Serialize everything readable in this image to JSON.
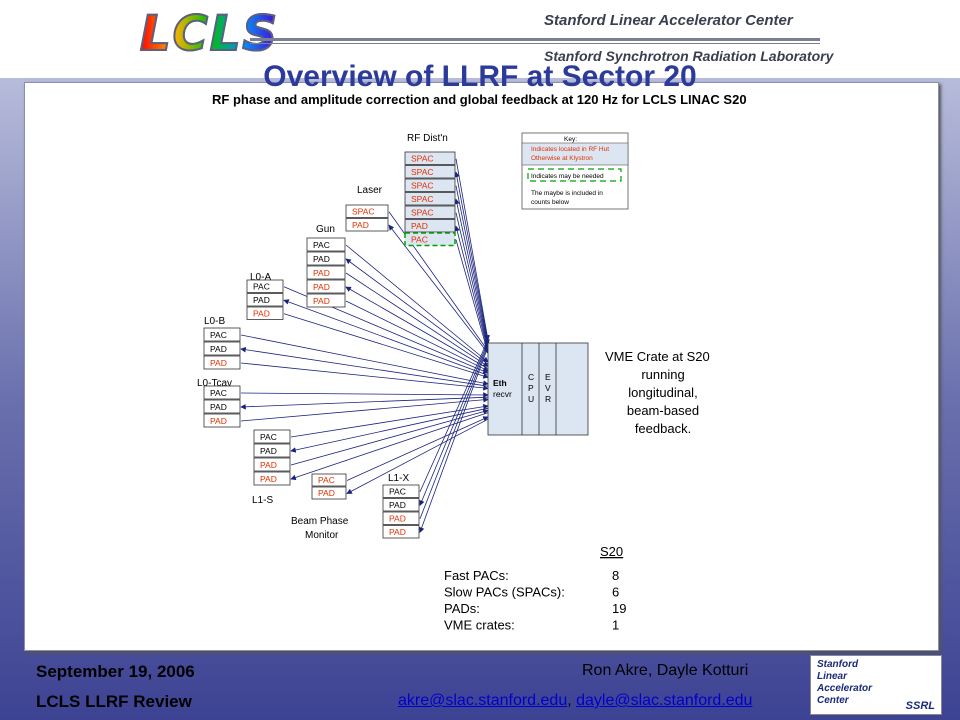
{
  "header": {
    "logo_text": "LCLS",
    "org_line1": "Stanford Linear Accelerator Center",
    "org_line2": "Stanford Synchrotron Radiation Laboratory"
  },
  "slide": {
    "title": "Overview of LLRF at Sector 20",
    "subtitle": "RF phase and amplitude correction and global feedback at 120 Hz for LCLS LINAC S20"
  },
  "diagram": {
    "groups": [
      {
        "label": "RF Dist'n",
        "boxes": [
          "SPAC",
          "SPAC",
          "SPAC",
          "SPAC",
          "SPAC",
          "PAD",
          "PAC"
        ]
      },
      {
        "label": "Laser",
        "boxes": [
          "SPAC",
          "PAD"
        ]
      },
      {
        "label": "Gun",
        "boxes": [
          "PAC",
          "PAD",
          "PAD",
          "PAD",
          "PAD"
        ]
      },
      {
        "label": "L0-A",
        "boxes": [
          "PAC",
          "PAD",
          "PAD"
        ]
      },
      {
        "label": "L0-B",
        "boxes": [
          "PAC",
          "PAD",
          "PAD"
        ]
      },
      {
        "label": "L0-Tcav",
        "boxes": [
          "PAC",
          "PAD",
          "PAD"
        ]
      },
      {
        "label": "L1-S",
        "boxes": [
          "PAC",
          "PAD",
          "PAD",
          "PAD"
        ]
      },
      {
        "label": "Beam Phase Monitor",
        "boxes": [
          "PAC",
          "PAD"
        ]
      },
      {
        "label": "L1-X",
        "boxes": [
          "PAC",
          "PAD",
          "PAD",
          "PAD"
        ]
      }
    ],
    "key": {
      "title": "Key:",
      "line1": "Indicates located in RF Hut",
      "line2": "Otherwise at Klystron",
      "line3": "Indicates may be needed",
      "line4": "The maybe is included in",
      "line5": "counts below"
    },
    "crate": {
      "slot1": "Eth recvr",
      "slot2": "CPU",
      "slot3": "EVR",
      "description": "VME Crate at S20 running longitudinal, beam-based feedback."
    },
    "counts": {
      "column_header": "S20",
      "rows": [
        {
          "label": "Fast PACs:",
          "value": "8"
        },
        {
          "label": "Slow PACs (SPACs):",
          "value": "6"
        },
        {
          "label": "PADs:",
          "value": "19"
        },
        {
          "label": "VME crates:",
          "value": "1"
        }
      ]
    },
    "colors": {
      "red_text": "#e03000",
      "arrow": "#1a237e",
      "hut_fill": "#dce6f2",
      "maybe_border": "#00a000"
    }
  },
  "footer": {
    "date": "September 19, 2006",
    "review": "LCLS LLRF Review",
    "authors": "Ron Akre, Dayle Kotturi",
    "email1": "akre@slac.stanford.edu",
    "separator": ", ",
    "email2": "dayle@slac.stanford.edu",
    "badge_lines": [
      "Stanford",
      "Linear",
      "Accelerator",
      "Center"
    ],
    "badge_ssrl": "SSRL"
  }
}
